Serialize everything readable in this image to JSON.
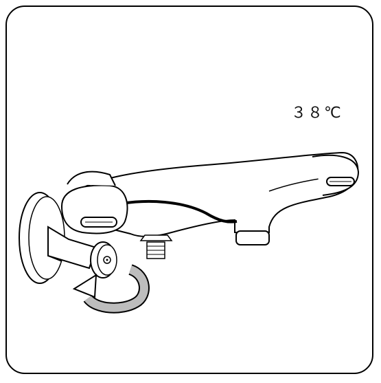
{
  "illustration": {
    "temperature_label": "３８℃",
    "subject": "thermostatic-shower-mixer",
    "action": "rotate-temperature-handle",
    "colors": {
      "line": "#000000",
      "fill": "#ffffff",
      "shade": "#d9d9d9",
      "arrow_band": "#bdbdbd"
    }
  }
}
